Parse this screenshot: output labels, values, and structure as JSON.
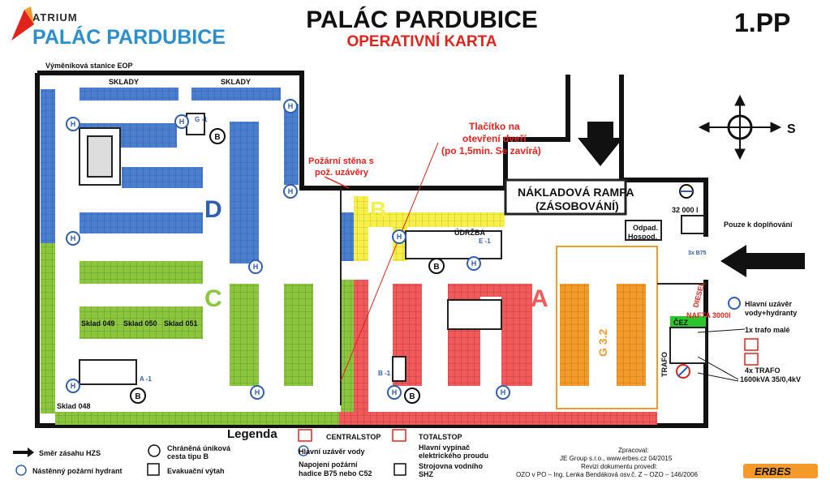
{
  "header": {
    "logo_small": "ATRIUM",
    "logo_big": "PALÁC PARDUBICE",
    "title": "PALÁC PARDUBICE",
    "subtitle": "OPERATIVNÍ KARTA",
    "floor": "1.PP"
  },
  "labels": {
    "exchanger": "Výměníková stanice EOP",
    "sklady1": "SKLADY",
    "sklady2": "SKLADY",
    "fire_wall": "Požární stěna s",
    "fire_wall2": "pož. uzávěry",
    "button1": "Tlačítko na",
    "button2": "otevření dveří",
    "button3": "(po 1,5min. Se zavírá)",
    "ramp1": "NÁKLADOVÁ RAMPA",
    "ramp2": "(ZÁSOBOVÁNÍ)",
    "tank": "32 000 l",
    "refill": "Pouze k doplňování",
    "waste1": "Odpad.",
    "waste2": "Hospod.",
    "maintenance": "ÚDRŽBA",
    "b75": "3x B75",
    "sklad049": "Sklad 049",
    "sklad050": "Sklad 050",
    "sklad051": "Sklad 051",
    "sklad048": "Sklad 048",
    "g32": "G 3.2",
    "diesel": "DIESEL",
    "nafta": "NAFTA 3000l",
    "cez": "ČEZ",
    "trafo": "TRAFO",
    "main_valve1": "Hlavní uzávěr",
    "main_valve2": "vody+hydranty",
    "trafo_small": "1x trafo malé",
    "trafo_big1": "4x TRAFO",
    "trafo_big2": "1600kVA 35/0,4kV",
    "zone_a": "A",
    "zone_b": "B",
    "zone_c": "C",
    "zone_d": "D",
    "g1": "G -1",
    "e1": "E -1",
    "a1": "A -1",
    "b1": "B -1",
    "compass_s": "S"
  },
  "legend": {
    "title": "Legenda",
    "direction": "Směr zásahu HZS",
    "hydrant": "Nástěnný požární hydrant",
    "escape1": "Chráněná úniková",
    "escape2": "cesta tipu B",
    "evac_lift": "Evakuační výtah",
    "centralstop": "CENTRALSTOP",
    "main_water": "Hlavní uzávěr vody",
    "hose1": "Napojení požární",
    "hose2": "hadice B75 nebo C52",
    "totalstop": "TOTALSTOP",
    "main_switch1": "Hlavní vypínač",
    "main_switch2": "elektrického proudu",
    "machine1": "Strojovna vodního",
    "machine2": "SHZ"
  },
  "footer": {
    "processed": "Zpracoval:",
    "company": "JE Group s.r.o., www.erbes.cz 04/2015",
    "revision": "Revizi dokumentu provedl:",
    "ozo": "OZO v PO – Ing. Lenka Bendáková osv.č. Z – OZO – 146/2006",
    "brand": "ERBES"
  },
  "colors": {
    "blue": "#4a7fd0",
    "green": "#8cc63f",
    "yellow": "#f7ef4a",
    "red": "#f05a5a",
    "orange": "#f39a2b",
    "wall": "#111111",
    "accent_red": "#e0241c",
    "logo_blue": "#2b8fce"
  }
}
